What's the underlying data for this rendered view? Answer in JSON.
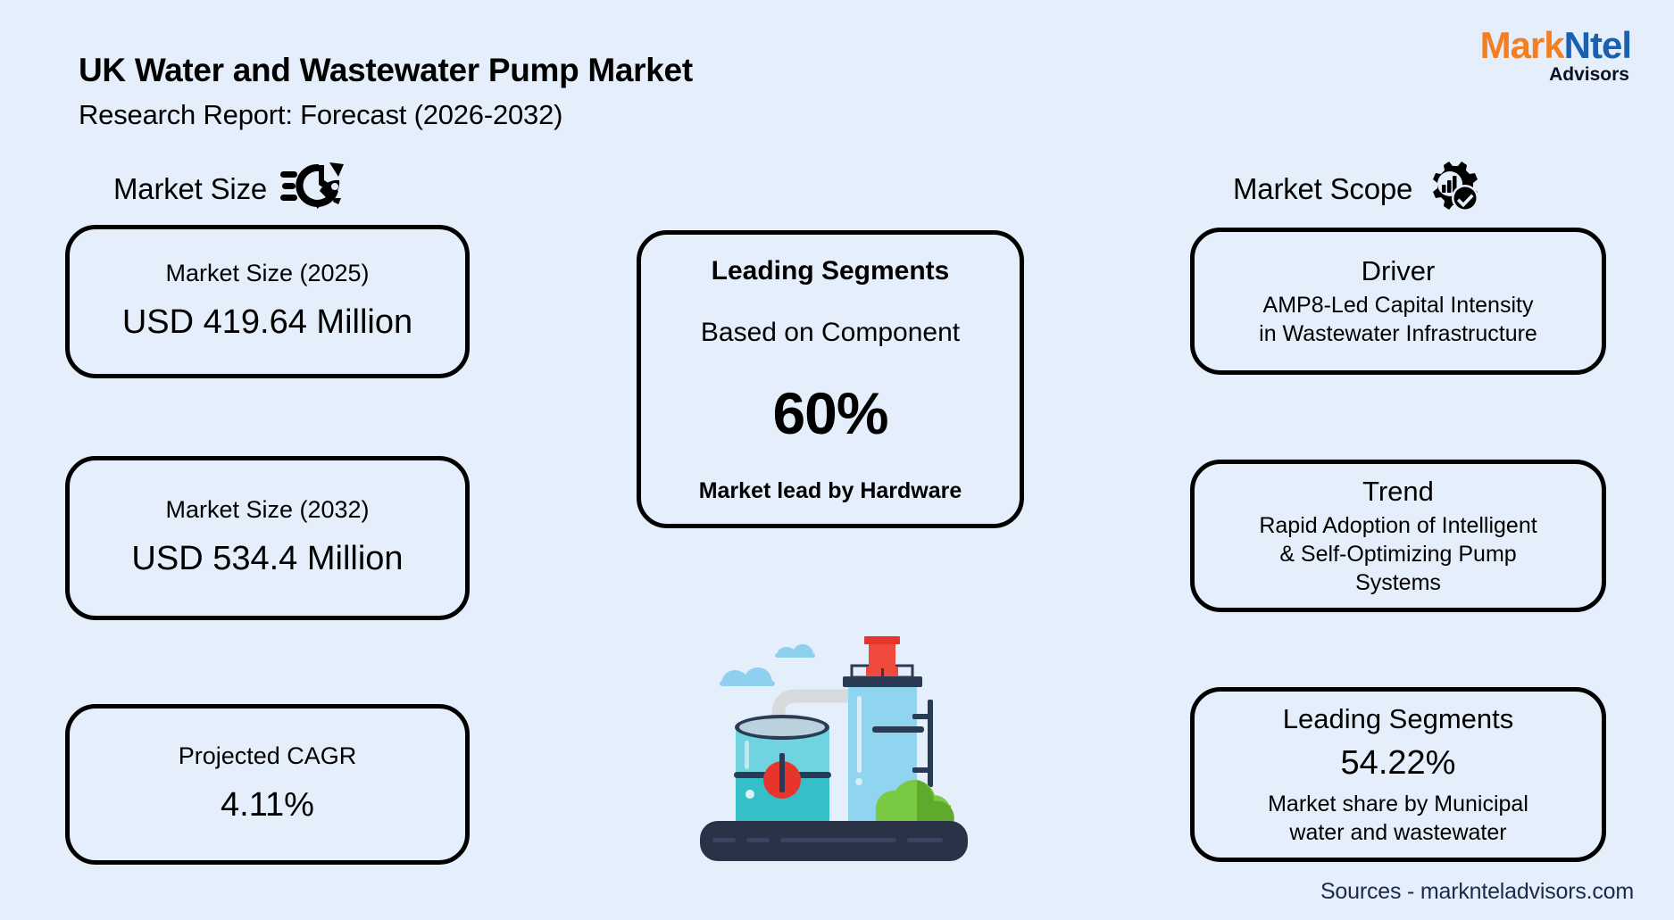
{
  "header": {
    "title": "UK Water and Wastewater Pump Market",
    "subtitle": "Research Report: Forecast (2026-2032)"
  },
  "logo": {
    "part1": "Mark",
    "part2": "Ntel",
    "tagline": "Advisors",
    "color_part1": "#f57e20",
    "color_part2": "#1b5fae"
  },
  "sections": {
    "market_size": {
      "label": "Market Size",
      "icon": "clock-rocket-icon"
    },
    "market_scope": {
      "label": "Market Scope",
      "icon": "gear-chart-check-icon"
    }
  },
  "market_size_cards": [
    {
      "title": "Market Size (2025)",
      "value": "USD 419.64 Million"
    },
    {
      "title": "Market Size (2032)",
      "value": "USD 534.4 Million"
    },
    {
      "title": "Projected CAGR",
      "value": "4.11%"
    }
  ],
  "center_card": {
    "title": "Leading Segments",
    "subtitle": "Based on Component",
    "percent": "60%",
    "footer": "Market lead by Hardware"
  },
  "market_scope_cards": [
    {
      "title": "Driver",
      "body_line1": "AMP8-Led Capital Intensity",
      "body_line2": "in Wastewater Infrastructure"
    },
    {
      "title": "Trend",
      "body_line1": "Rapid Adoption of Intelligent",
      "body_line2": "& Self-Optimizing Pump",
      "body_line3": "Systems"
    },
    {
      "title": "Leading Segments",
      "percent": "54.22%",
      "body_line1": "Market share by Municipal",
      "body_line2": "water and wastewater"
    }
  ],
  "footer": {
    "sources": "Sources - marknteladvisors.com"
  },
  "illustration": {
    "name": "water-treatment-plant-illustration",
    "colors": {
      "background": "#e5effc",
      "cloud": "#8fd0ee",
      "tank_light": "#8fd5ef",
      "tank_teal": "#4ec3cf",
      "tank_teal_dark": "#2bb3b8",
      "pipe": "#d7dbdd",
      "valve_red": "#e8352c",
      "chimney_red": "#f04a3f",
      "dark_navy": "#2b3a55",
      "base_navy": "#2a3248",
      "bush_green": "#7ac943",
      "bush_green_dark": "#5faa2d"
    }
  },
  "theme": {
    "background": "#e5effc",
    "card_border": "#000000",
    "text": "#000000",
    "sources_text": "#1a2a4a"
  }
}
